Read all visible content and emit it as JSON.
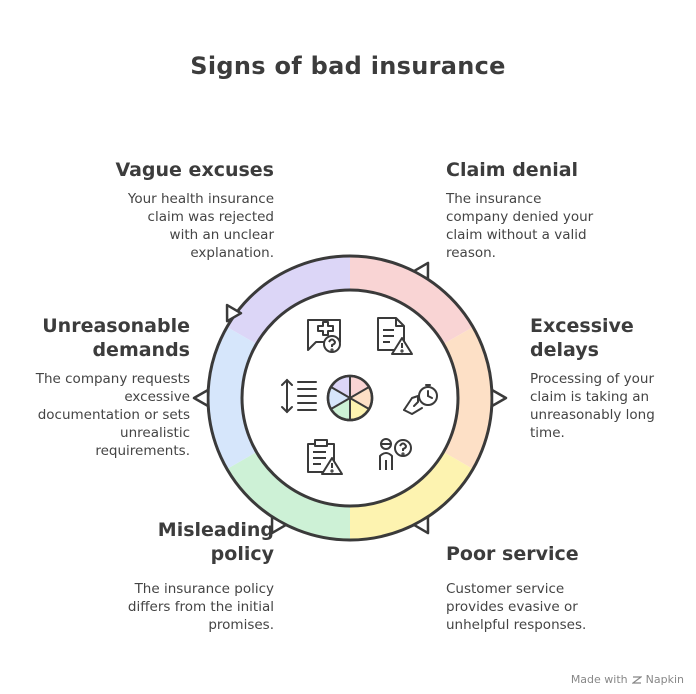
{
  "title": "Signs of bad insurance",
  "footer": {
    "made_with": "Made with",
    "brand": "Napkin"
  },
  "colors": {
    "vague": "#dcd6f7",
    "claim": "#f9d4d4",
    "delays": "#fde0c6",
    "service": "#fdf3b0",
    "policy": "#cdf1d6",
    "demands": "#d6e6fb",
    "outline": "#3a3a3a"
  },
  "items": {
    "vague": {
      "heading": "Vague excuses",
      "desc": [
        "Your health insurance",
        "claim was rejected",
        "with an unclear",
        "explanation."
      ],
      "icon": "medical-question-icon"
    },
    "claim": {
      "heading": "Claim denial",
      "desc": [
        "The insurance",
        "company denied your",
        "claim without a valid",
        "reason."
      ],
      "icon": "document-warning-icon"
    },
    "delays": {
      "heading": [
        "Excessive",
        "delays"
      ],
      "desc": [
        "Processing of your",
        "claim is taking an",
        "unreasonably long",
        "time."
      ],
      "icon": "hand-stopwatch-icon"
    },
    "service": {
      "heading": "Poor service",
      "desc": [
        "Customer service",
        "provides evasive or",
        "unhelpful responses."
      ],
      "icon": "person-question-icon"
    },
    "policy": {
      "heading": [
        "Misleading",
        "policy"
      ],
      "desc": [
        "The insurance policy",
        "differs from the initial",
        "promises."
      ],
      "icon": "clipboard-warning-icon"
    },
    "demands": {
      "heading": [
        "Unreasonable",
        "demands"
      ],
      "desc": [
        "The company requests",
        "excessive",
        "documentation or sets",
        "unrealistic",
        "requirements."
      ],
      "icon": "list-arrows-icon"
    }
  }
}
